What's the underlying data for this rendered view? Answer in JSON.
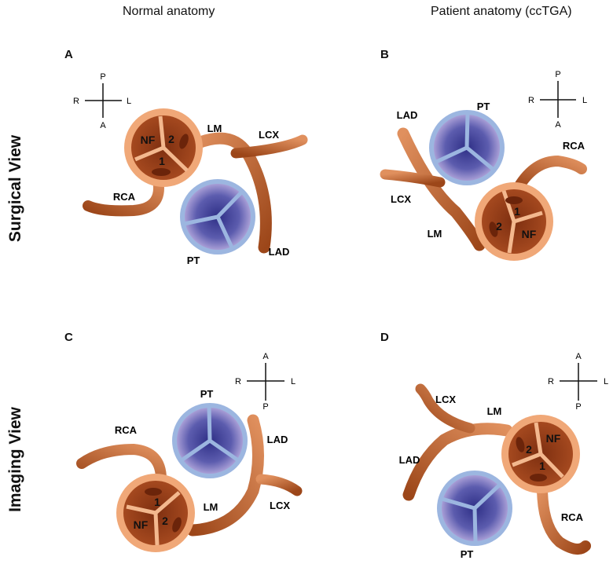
{
  "columns": {
    "left": "Normal anatomy",
    "right": "Patient anatomy (ccTGA)"
  },
  "rows": {
    "top": "Surgical View",
    "bottom": "Imaging View"
  },
  "panels": {
    "A": {
      "letter": "A",
      "compass": {
        "top": "P",
        "bottom": "A",
        "left": "R",
        "right": "L"
      },
      "aorta_labels": {
        "nf": "NF",
        "c1": "1",
        "c2": "2"
      },
      "labels": {
        "lm": "LM",
        "lcx": "LCX",
        "rca": "RCA",
        "pt": "PT",
        "lad": "LAD"
      }
    },
    "B": {
      "letter": "B",
      "compass": {
        "top": "P",
        "bottom": "A",
        "left": "R",
        "right": "L"
      },
      "aorta_labels": {
        "nf": "NF",
        "c1": "1",
        "c2": "2"
      },
      "labels": {
        "lad": "LAD",
        "pt": "PT",
        "rca": "RCA",
        "lcx": "LCX",
        "lm": "LM"
      }
    },
    "C": {
      "letter": "C",
      "compass": {
        "top": "A",
        "bottom": "P",
        "left": "R",
        "right": "L"
      },
      "aorta_labels": {
        "nf": "NF",
        "c1": "1",
        "c2": "2"
      },
      "labels": {
        "pt": "PT",
        "rca": "RCA",
        "lad": "LAD",
        "lm": "LM",
        "lcx": "LCX"
      }
    },
    "D": {
      "letter": "D",
      "compass": {
        "top": "A",
        "bottom": "P",
        "left": "R",
        "right": "L"
      },
      "aorta_labels": {
        "nf": "NF",
        "c1": "1",
        "c2": "2"
      },
      "labels": {
        "lcx": "LCX",
        "lm": "LM",
        "lad": "LAD",
        "rca": "RCA",
        "pt": "PT"
      }
    }
  },
  "colors": {
    "vessel": "#b85a2a",
    "vessel_light": "#e2895a",
    "aorta_ring": "#f0a878",
    "aorta_inner": "#8e3a17",
    "pt_ring": "#9cb6e0",
    "pt_inner": "#3a3b8f"
  }
}
